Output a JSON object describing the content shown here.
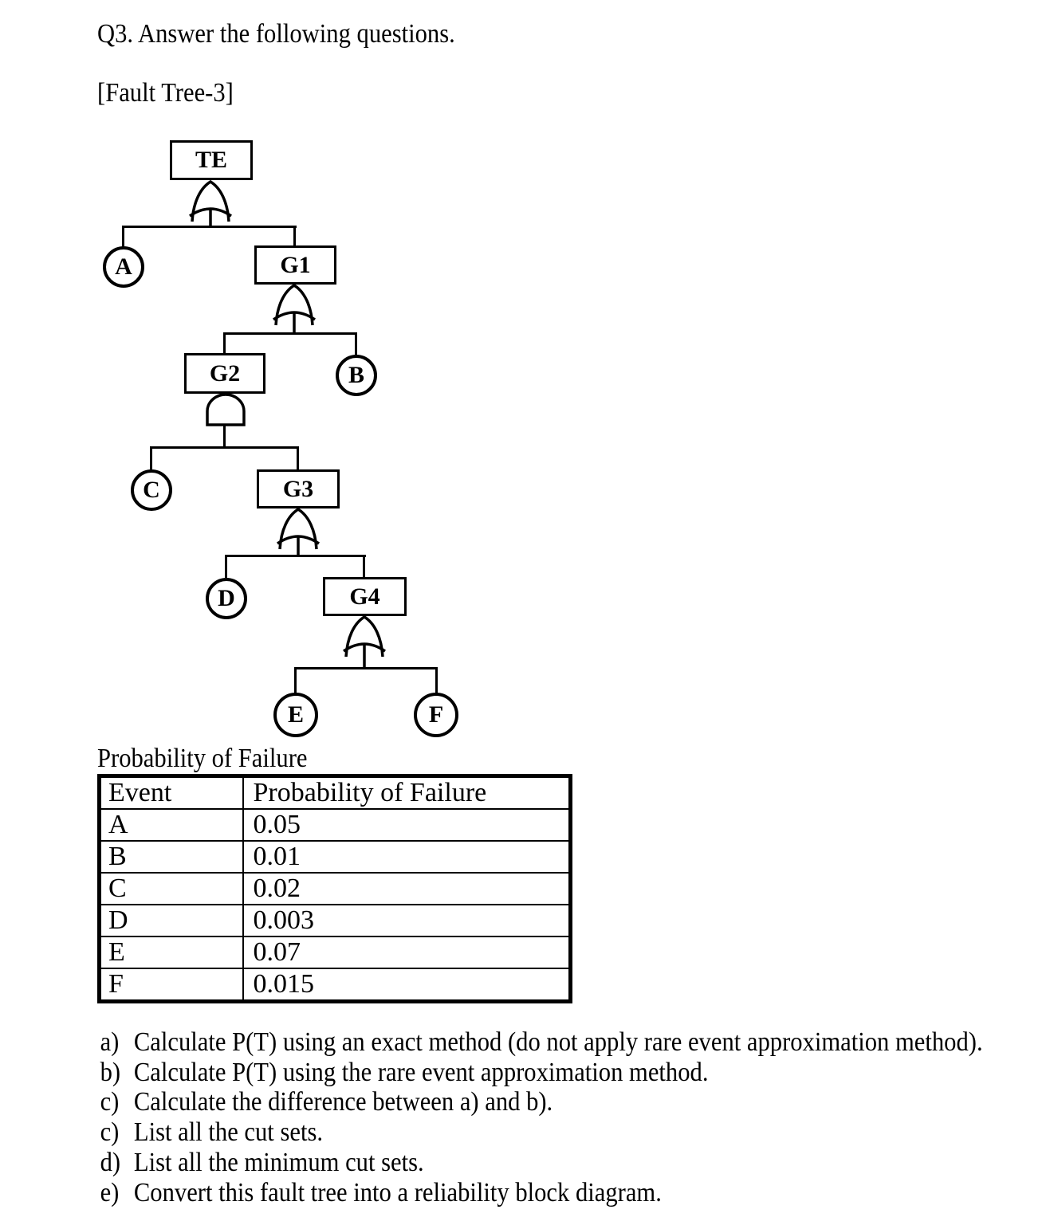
{
  "page": {
    "title": "Q3. Answer the following questions.",
    "section_label": "[Fault Tree-3]"
  },
  "fault_tree": {
    "labels": {
      "TE": "TE",
      "G1": "G1",
      "G2": "G2",
      "G3": "G3",
      "G4": "G4",
      "A": "A",
      "B": "B",
      "C": "C",
      "D": "D",
      "E": "E",
      "F": "F"
    },
    "structure": [
      {
        "gate": "TE",
        "type": "OR",
        "inputs": [
          "A",
          "G1"
        ]
      },
      {
        "gate": "G1",
        "type": "OR",
        "inputs": [
          "G2",
          "B"
        ]
      },
      {
        "gate": "G2",
        "type": "AND",
        "inputs": [
          "C",
          "G3"
        ]
      },
      {
        "gate": "G3",
        "type": "OR",
        "inputs": [
          "D",
          "G4"
        ]
      },
      {
        "gate": "G4",
        "type": "OR",
        "inputs": [
          "E",
          "F"
        ]
      }
    ]
  },
  "probability_table": {
    "caption": "Probability of Failure",
    "headers": [
      "Event",
      "Probability of Failure"
    ],
    "rows": [
      [
        "A",
        "0.05"
      ],
      [
        "B",
        "0.01"
      ],
      [
        "C",
        "0.02"
      ],
      [
        "D",
        "0.003"
      ],
      [
        "E",
        "0.07"
      ],
      [
        "F",
        "0.015"
      ]
    ]
  },
  "questions": [
    {
      "label": "a)",
      "text": "Calculate P(T) using an exact method (do not apply rare event approximation method)."
    },
    {
      "label": "b)",
      "text": "Calculate P(T) using the rare event approximation method."
    },
    {
      "label": "c)",
      "text": "Calculate the difference between a) and b)."
    },
    {
      "label": "c)",
      "text": "List all the cut sets."
    },
    {
      "label": "d)",
      "text": "List all the minimum cut sets."
    },
    {
      "label": "e)",
      "text": "Convert this fault tree into a reliability block diagram."
    }
  ]
}
